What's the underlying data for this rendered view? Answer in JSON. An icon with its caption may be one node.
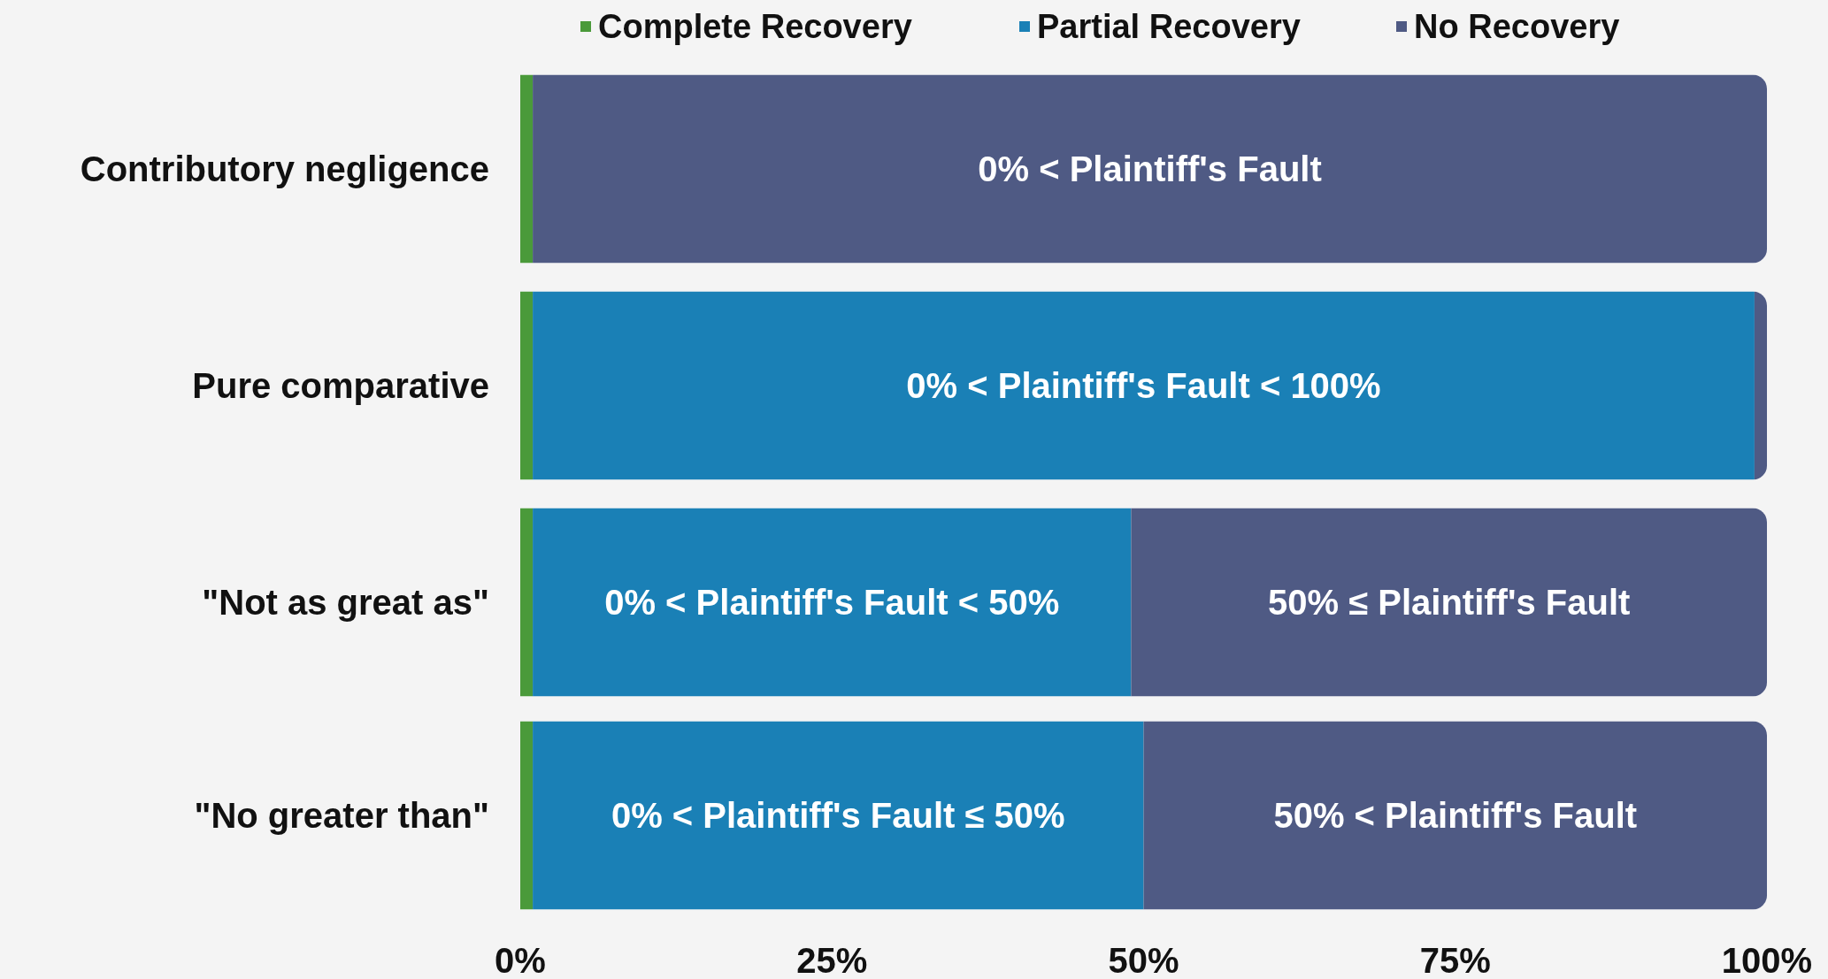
{
  "diagram": {
    "labels": [
      "0% < Plaintiff's Fault",
      "0% < Plaintiff's Fault < 100%",
      "0% < Plaintiff's Fault < 50%",
      "50% ≤ Plaintiff's Fault",
      "0% < Plaintiff's Fault ≤ 50%",
      "50% < Plaintiff's Fault"
    ],
    "chart_data": {
      "type": "bar",
      "orientation": "horizontal",
      "stacked": true,
      "categories": [
        "Contributory negligence",
        "Pure comparative",
        "\"Not as great as\"",
        "\"No greater than\""
      ],
      "series": [
        {
          "name": "Complete Recovery",
          "color": "#4a9a3a",
          "values": [
            1,
            1,
            1,
            1
          ]
        },
        {
          "name": "Partial Recovery",
          "color": "#1a80b6",
          "values": [
            0,
            98,
            48,
            49
          ]
        },
        {
          "name": "No Recovery",
          "color": "#4f5a84",
          "values": [
            99,
            1,
            51,
            50
          ]
        }
      ],
      "legend": "top",
      "xlim": [
        0,
        100
      ],
      "xticks": [
        {
          "value": 0,
          "label": "0%"
        },
        {
          "value": 25,
          "label": "25%"
        },
        {
          "value": 50,
          "label": "50%"
        },
        {
          "value": 75,
          "label": "75%"
        },
        {
          "value": 100,
          "label": "100%"
        }
      ]
    }
  }
}
